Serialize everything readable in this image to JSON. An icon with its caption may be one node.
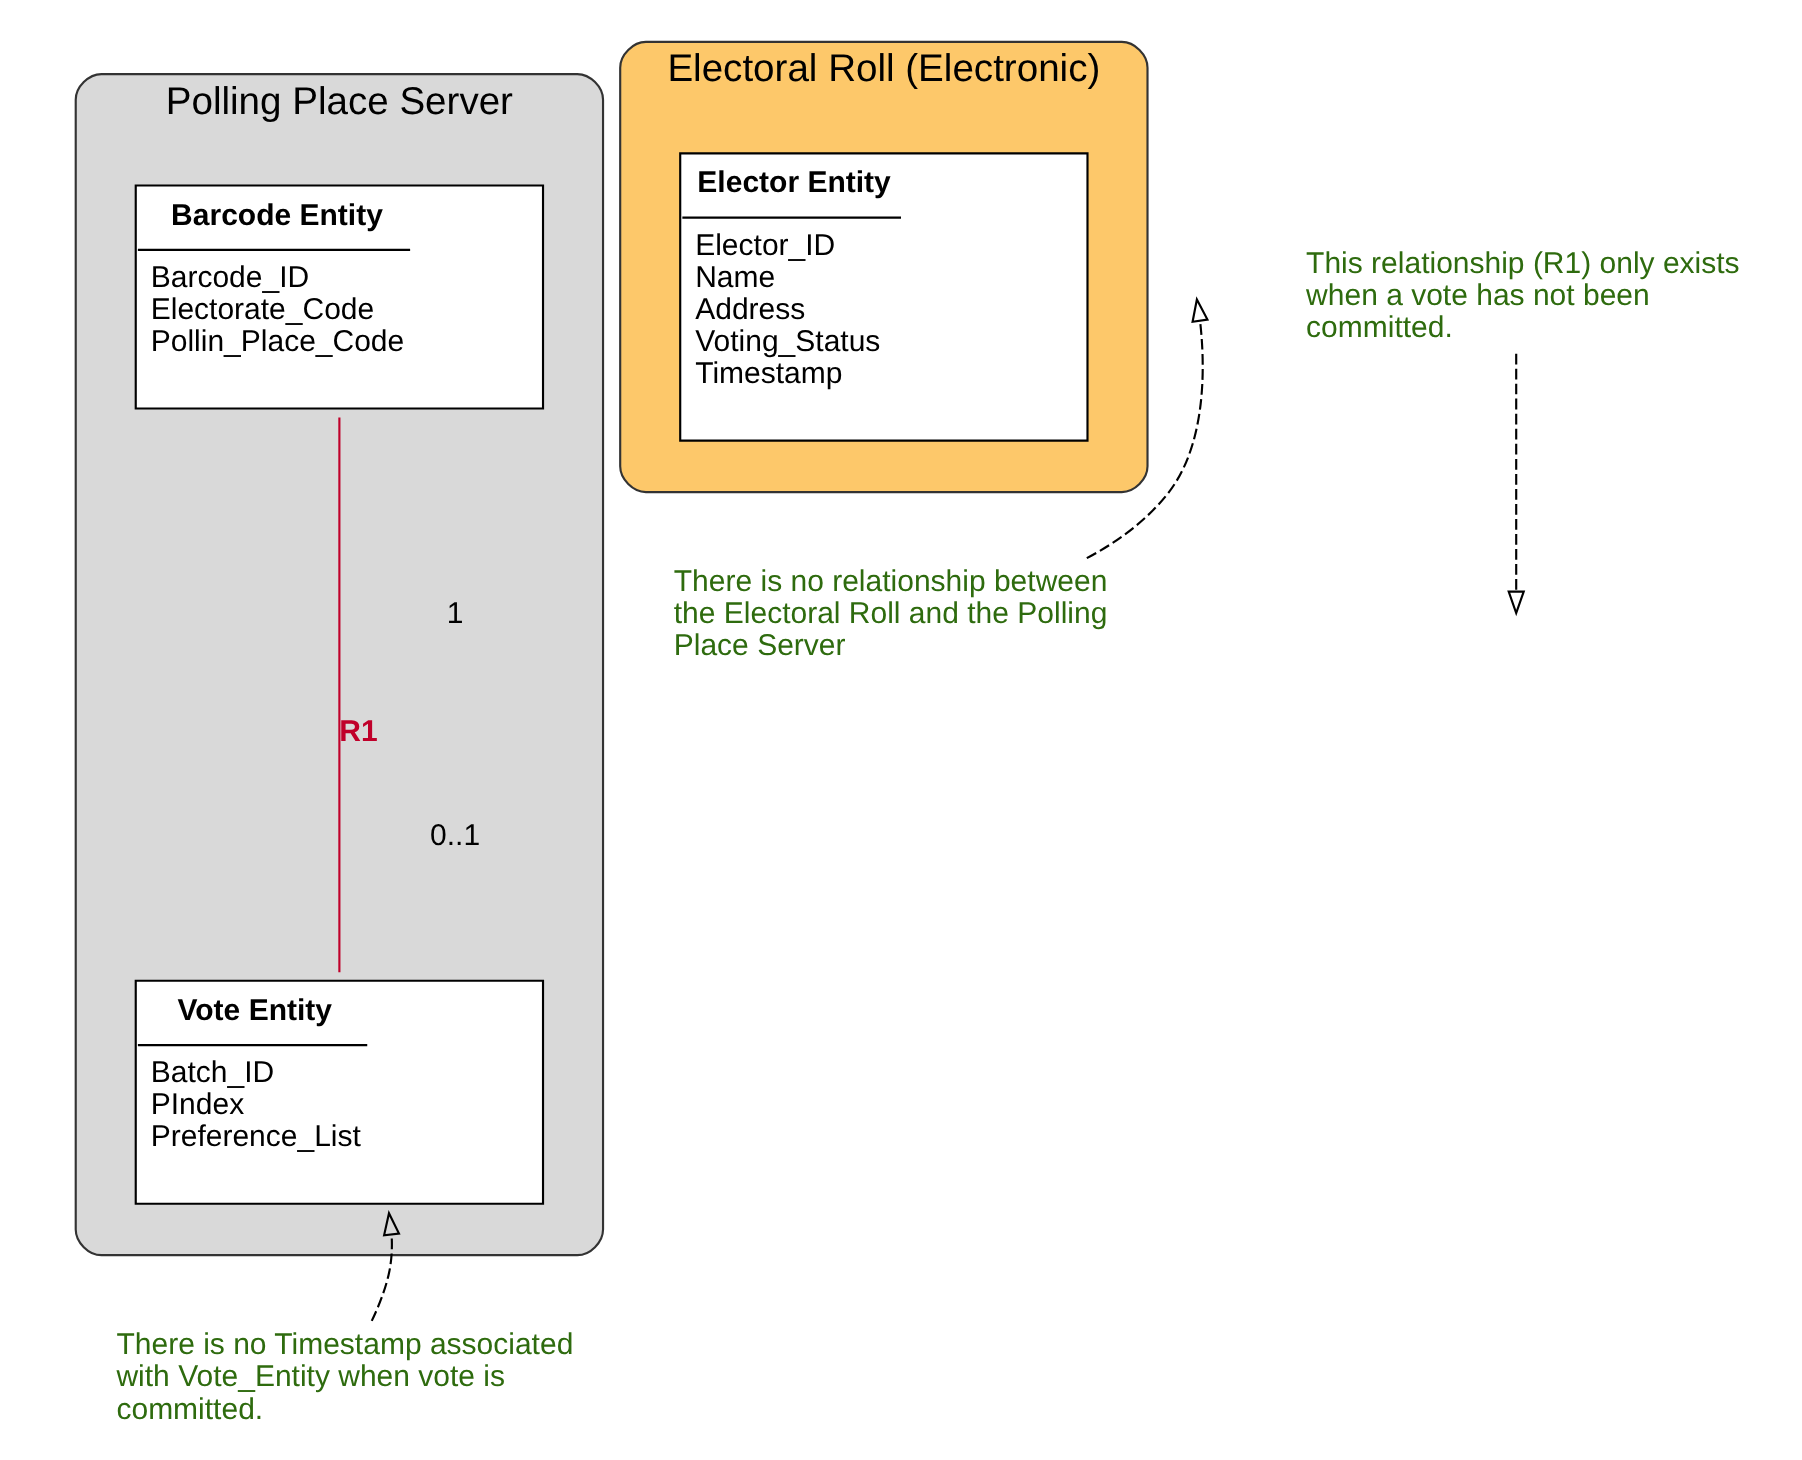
{
  "diagram": {
    "nodes": [
      {
        "text": [
          "Polling Place Server"
        ]
      },
      {
        "text": [
          "Barcode Entity",
          "Barcode_ID",
          "Electorate_Code",
          "Pollin_Place_Code"
        ],
        "in": 0
      },
      {
        "text": [
          "Vote Entity",
          "Batch_ID",
          "PIndex",
          "Preference_List"
        ],
        "in": 0
      },
      {
        "text": [
          "Electoral Roll (Electronic)"
        ]
      },
      {
        "text": [
          "Elector Entity",
          "Elector_ID",
          "Name",
          "Address",
          "Voting_Status",
          "Timestamp"
        ],
        "in": 3
      },
      {
        "text": [
          "This relationship (R1) only exists when a vote has not been committed."
        ]
      },
      {
        "text": [
          "There is no relationship between the Electoral Roll and the Polling Place Server"
        ]
      },
      {
        "text": [
          "There is no Timestamp associated with Vote_Entity when vote is committed."
        ]
      }
    ],
    "edges": [
      {
        "from": 1,
        "to": 2,
        "arrow": "none",
        "label": "R1",
        "color": "#c0002a"
      },
      {
        "from": 5,
        "to": null,
        "arrow": "to",
        "style": "dashed"
      },
      {
        "from": 6,
        "to": null,
        "arrow": "to",
        "style": "dashed"
      },
      {
        "from": 7,
        "to": 2,
        "arrow": "to",
        "style": "dashed"
      }
    ],
    "labels": [
      "1",
      "0..1"
    ]
  }
}
